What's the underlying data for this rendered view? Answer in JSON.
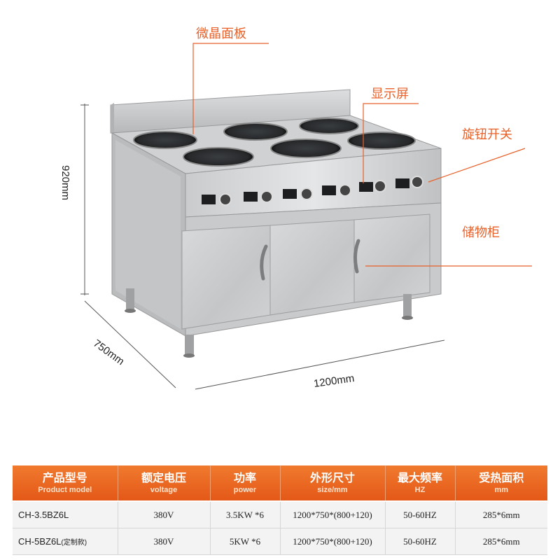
{
  "callouts": {
    "panel": "微晶面板",
    "display": "显示屏",
    "knob": "旋钮开关",
    "cabinet": "储物柜"
  },
  "dimensions": {
    "height": "920mm",
    "depth": "750mm",
    "width": "1200mm"
  },
  "colors": {
    "accent": "#e8612a",
    "header_bg": "#eb6a22",
    "row_bg": "#f3f3f3"
  },
  "table": {
    "headers": [
      {
        "cn": "产品型号",
        "en": "Product model"
      },
      {
        "cn": "额定电压",
        "en": "voltage"
      },
      {
        "cn": "功率",
        "en": "power"
      },
      {
        "cn": "外形尺寸",
        "en": "size/mm"
      },
      {
        "cn": "最大频率",
        "en": "HZ"
      },
      {
        "cn": "受热面积",
        "en": "mm"
      }
    ],
    "rows": [
      {
        "model": "CH-3.5BZ6L",
        "note": "",
        "voltage": "380V",
        "power": "3.5KW *6",
        "size": "1200*750*(800+120)",
        "freq": "50-60HZ",
        "area": "285*6mm"
      },
      {
        "model": "CH-5BZ6L",
        "note": "(定制款)",
        "voltage": "380V",
        "power": "5KW *6",
        "size": "1200*750*(800+120)",
        "freq": "50-60HZ",
        "area": "285*6mm"
      }
    ]
  }
}
